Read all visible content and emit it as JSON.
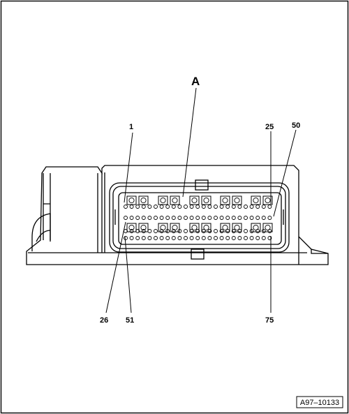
{
  "figure": {
    "callouts": {
      "a": "A",
      "p1": "1",
      "p25": "25",
      "p50": "50",
      "p26": "26",
      "p51": "51",
      "p75": "75"
    },
    "reference_code": "A97–10133"
  }
}
